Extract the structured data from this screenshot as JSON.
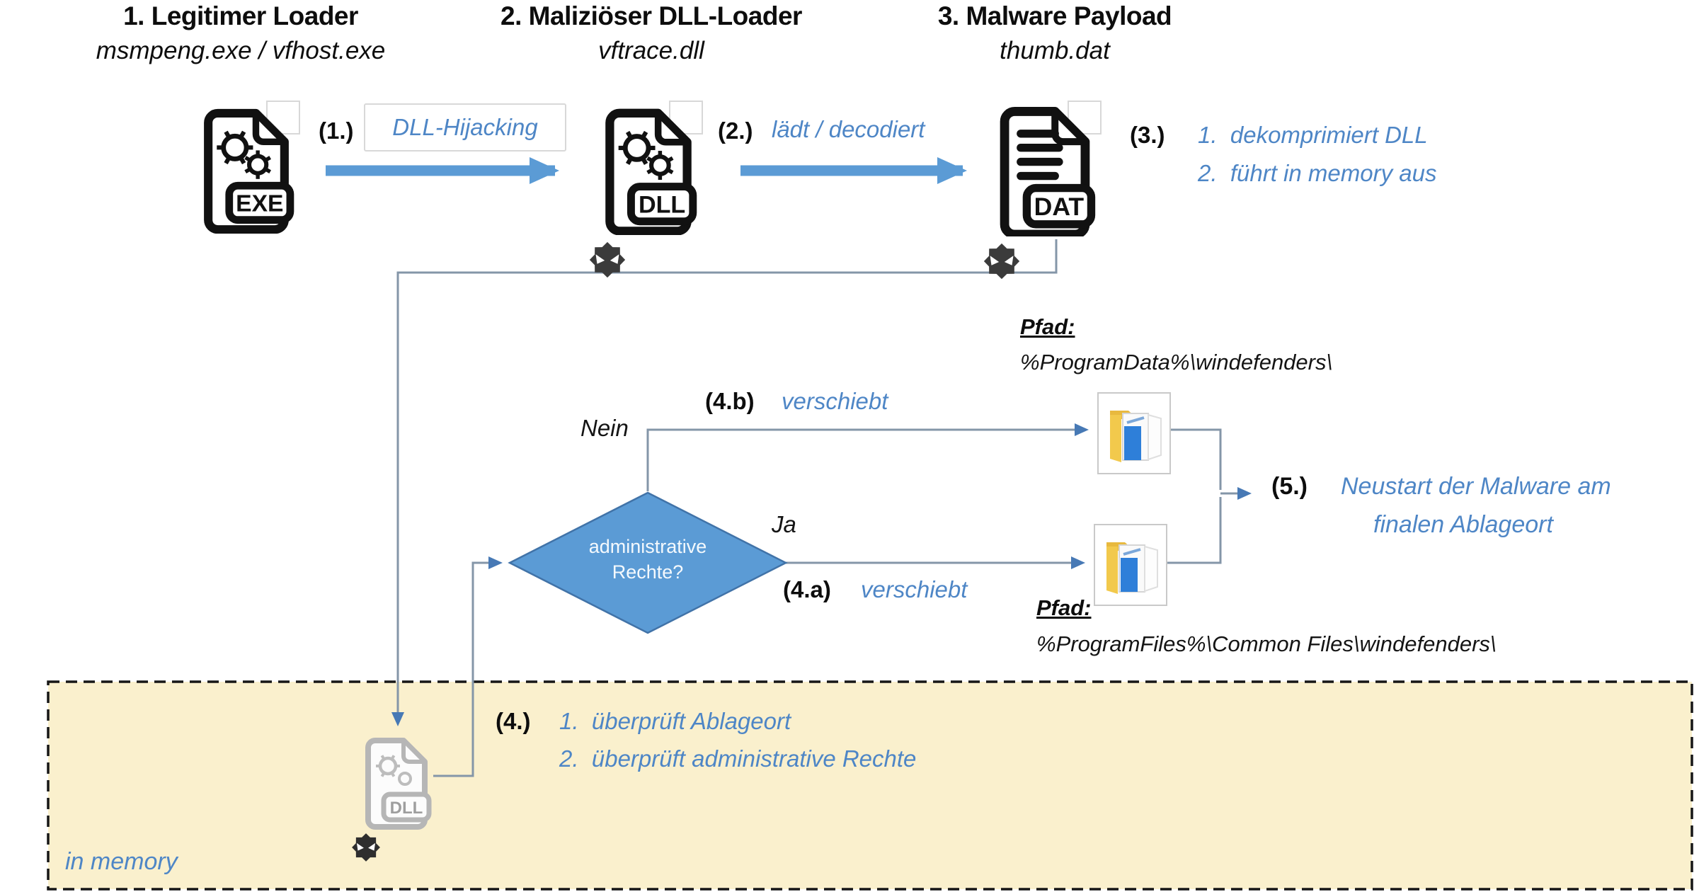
{
  "stages": [
    {
      "title": "1. Legitimer Loader",
      "filename": "msmpeng.exe / vfhost.exe",
      "badge": "EXE"
    },
    {
      "title": "2. Maliziöser DLL-Loader",
      "filename": "vftrace.dll",
      "badge": "DLL"
    },
    {
      "title": "3. Malware Payload",
      "filename": "thumb.dat",
      "badge": "DAT"
    }
  ],
  "badges": {
    "exe": "EXE",
    "dll": "DLL",
    "dat": "DAT"
  },
  "steps": {
    "step1": {
      "label": "(1.)",
      "text": "DLL-Hijacking"
    },
    "step2": {
      "label": "(2.)",
      "text": "lädt / decodiert"
    },
    "step3": {
      "label": "(3.)",
      "items": [
        "1.  dekomprimiert DLL",
        "2.  führt in memory aus"
      ]
    },
    "step4": {
      "label": "(4.)",
      "items": [
        "1.  überprüft Ablageort",
        "2.  überprüft administrative Rechte"
      ]
    },
    "step4a": {
      "label": "(4.a)",
      "text": "verschiebt"
    },
    "step4b": {
      "label": "(4.b)",
      "text": "verschiebt"
    },
    "step5": {
      "label": "(5.)",
      "line1": "Neustart der Malware am",
      "line2": "finalen Ablageort"
    }
  },
  "decision": {
    "question": "administrative Rechte?",
    "yes_label": "Ja",
    "no_label": "Nein"
  },
  "paths": {
    "program_data": {
      "label": "Pfad:",
      "value": "%ProgramData%\\windefenders\\"
    },
    "program_files": {
      "label": "Pfad:",
      "value": "%ProgramFiles%\\Common Files\\windefenders\\"
    }
  },
  "memory_region": {
    "caption": "in memory"
  },
  "colors": {
    "accent_blue": "#5B9BD5",
    "annotation_blue": "#4E86C6",
    "connector_gray": "#8496A8",
    "memory_fill": "#FAF0CD",
    "malware_dark": "#3B3B3B",
    "folder_yellow": "#F2C94C",
    "folder_blue": "#2E7FD9"
  }
}
